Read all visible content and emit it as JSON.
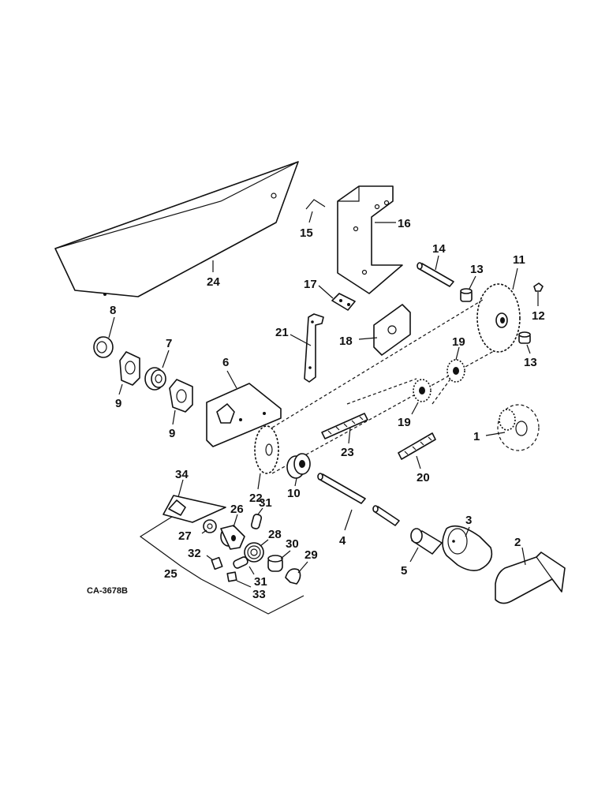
{
  "diagram_code": "CA-3678B",
  "callouts": {
    "c1": "1",
    "c2": "2",
    "c3": "3",
    "c4": "4",
    "c5": "5",
    "c6": "6",
    "c7": "7",
    "c8": "8",
    "c9a": "9",
    "c9b": "9",
    "c10": "10",
    "c11": "11",
    "c12": "12",
    "c13a": "13",
    "c13b": "13",
    "c14": "14",
    "c15": "15",
    "c16": "16",
    "c17": "17",
    "c18": "18",
    "c19a": "19",
    "c19b": "19",
    "c20": "20",
    "c21": "21",
    "c22": "22",
    "c23": "23",
    "c24": "24",
    "c25": "25",
    "c26": "26",
    "c27": "27",
    "c28": "28",
    "c29": "29",
    "c30": "30",
    "c31a": "31",
    "c31b": "31",
    "c32": "32",
    "c33": "33",
    "c34": "34"
  }
}
